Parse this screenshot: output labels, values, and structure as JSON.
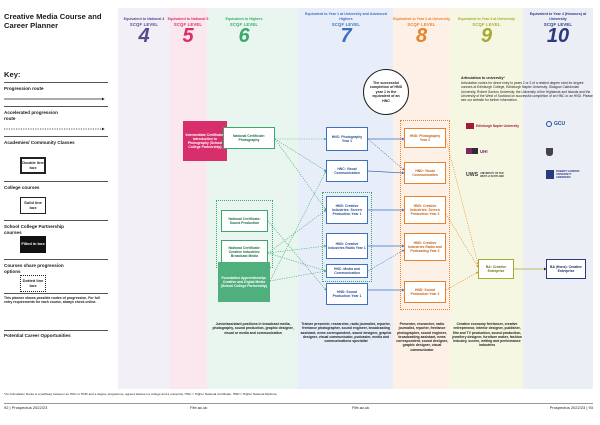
{
  "title": "Creative Media Course and Career Planner",
  "levels": [
    {
      "eq": "Equivalent to National 4",
      "scqf": "SCQF LEVEL",
      "num": "4",
      "color": "#5a4a8a"
    },
    {
      "eq": "Equivalent to National 5",
      "scqf": "SCQF LEVEL",
      "num": "5",
      "color": "#d92e6c"
    },
    {
      "eq": "Equivalent to Highers",
      "scqf": "SCQF LEVEL",
      "num": "6",
      "color": "#3aa86b"
    },
    {
      "eq": "Equivalent to Year 1 at University and Advanced Highers",
      "scqf": "SCQF LEVEL",
      "num": "7",
      "color": "#3f6fbf"
    },
    {
      "eq": "Equivalent to Year 2 at University",
      "scqf": "SCQF LEVEL",
      "num": "8",
      "color": "#e8822c"
    },
    {
      "eq": "Equivalent to Year 3 at University",
      "scqf": "SCQF LEVEL",
      "num": "9",
      "color": "#a4ab2f"
    },
    {
      "eq": "Equivalent to Year 4 (Honours) at University",
      "scqf": "SCQF LEVEL",
      "num": "10",
      "color": "#2a3a80"
    }
  ],
  "key": {
    "heading": "Key:",
    "progression": "Progression route",
    "accelerated": "Accelerated progression route",
    "academies": "Academies/ Community Classes",
    "double": "Double line box",
    "college": "College courses",
    "solid": "Solid line box",
    "partnership": "School College Partnership courses",
    "filled": "Filled in box",
    "shared": "Courses share progression options",
    "dotted": "Dotted line box"
  },
  "note": "This planner shows possible routes of progression. For full entry requirements for each course, always check online.",
  "careers_label": "Potential Career Opportunities",
  "courses": {
    "intermediate": "Intermediate Certificate: Introduction to Photography (School College Partnership)",
    "nc_photo": "National Certificate: Photography",
    "nc_sound": "National Certificate: Sound Production",
    "nc_creative": "National Certificate: Creative Industries: Broadcast Media",
    "foundation": "Foundation Apprenticeship: Creative and Digital Media (School College Partnership)",
    "hnc_photo": "HNC: Photography Year 1",
    "hnc_visual": "HNC: Visual Communication",
    "hnc_screen": "HND: Creative Industries: Screen Production Year 1",
    "hnc_radio": "HND: Creative Industries Radio Year 1",
    "hnc_media": "HNC: Media and Communication",
    "hnd_sound1": "HND: Sound Production Year 1",
    "hnd_photo2": "HND: Photography Year 2",
    "hnd_visual2": "HND: Visual Communication",
    "hnd_screen2": "HND: Creative Industries: Screen Production Year 2",
    "hnd_radio2": "HND: Creative Industries Radio and Podcasting Year 2",
    "hnd_sound2": "HND: Sound Production Year 2",
    "ba_creative": "BA: Creative Enterprise",
    "ba_hons": "BA (Hons): Creative Enterprise"
  },
  "hnd_bubble": "The successful completion of HND year 1 is the equivalent of an HNC",
  "articulation": {
    "heading": "Articulation to university*",
    "body": "Articulation routes for direct entry to years 2 or 3 of a related degree exist for degree courses at Edinburgh College, Edinburgh Napier University, Glasgow Caledonian University, Robert Gordon University, the University of the Highlands and Islands and the University of the West of Scotland on successful completion of an HNC or an HND. Please see our website for further information."
  },
  "logos": {
    "napier": "Edinburgh Napier University",
    "gcu": "GCU",
    "uhi": "UHI",
    "uws": "UWS",
    "uws_sub": "UNIVERSITY OF THE WEST of SCOTLAND",
    "rgu": "ROBERT GORDON UNIVERSITY ABERDEEN"
  },
  "careers": [
    "Junior/assistant positions in broadcast media, photography, sound production, graphic designer, visual or media and communication",
    "Trainee presenter, researcher, radio journalist, reporter, freelance photographer, sound engineer, broadcasting assistant, news correspondent, sound designer, graphic designer, visual communicator, podcaster, media and communications specialist",
    "Presenter, researcher, radio journalist, reporter, freelance photographer, sound engineer, broadcasting assistant, news correspondent, sound designer, graphic designer, visual communicator",
    "Creative economy freelancer, creative entrepreneur, interior designer, publisher, film and TV production, sound production, jewellery designer, furniture maker, fashion industry, screen, writing and performance industries"
  ],
  "footnote": "*An Articulation Route is a pathway between an HNC or HND and a degree programme, agreed between a college and a university. HNC = Higher National Certificate, HND = Higher National Diploma",
  "footer": {
    "left": "92 | Prospectus 2022/23",
    "mid1": "Fife.ac.uk",
    "mid2": "Fife.ac.uk",
    "right": "Prospectus 2022/23 | 93"
  }
}
